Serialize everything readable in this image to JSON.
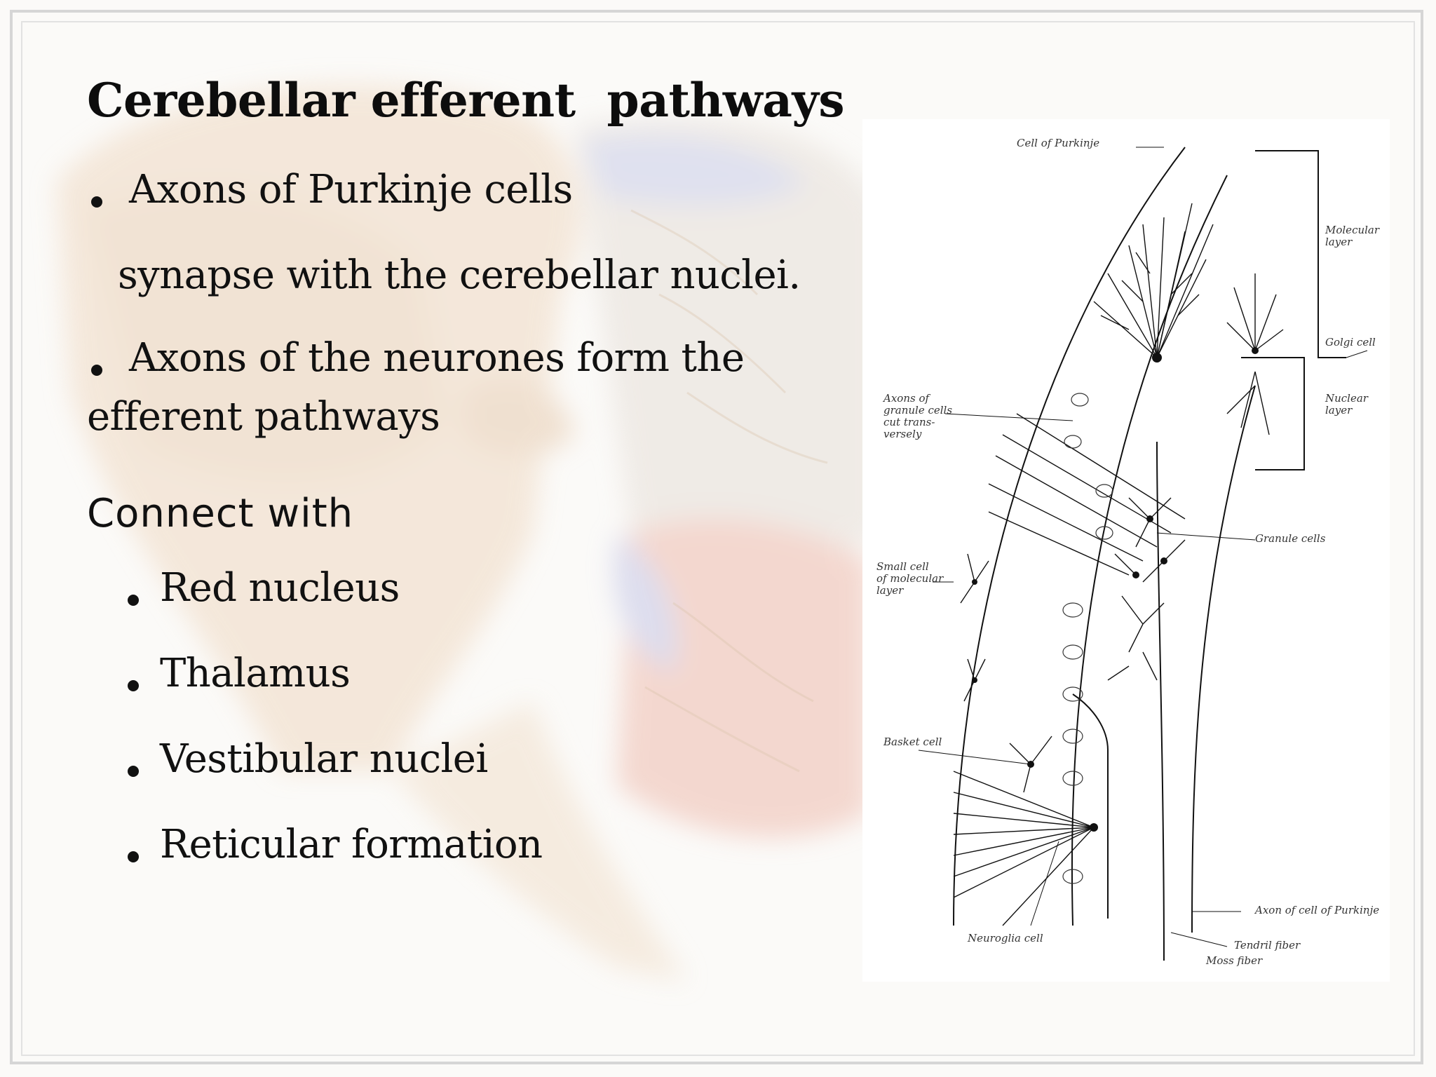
{
  "slide": {
    "title": "Cerebellar efferent  pathways",
    "bullets": [
      {
        "line1": "Axons of Purkinje cells",
        "line2": "synapse with the cerebellar nuclei."
      },
      {
        "line1": "Axons of the neurones form the",
        "line2": "efferent pathways"
      }
    ],
    "connect_label": "Connect with",
    "connections": [
      "Red nucleus",
      "Thalamus",
      "Vestibular nuclei",
      "Reticular formation"
    ]
  },
  "figure": {
    "labels": {
      "purkinje_cell": "Cell of Purkinje",
      "molecular_layer": "Molecular\nlayer",
      "golgi_cell": "Golgi cell",
      "nuclear_layer": "Nuclear\nlayer",
      "axons_granule": "Axons of\ngranule cells\ncut trans-\nversely",
      "granule_cells": "Granule cells",
      "small_cell": "Small cell\nof molecular\nlayer",
      "basket_cell": "Basket cell",
      "neuroglia_cell": "Neuroglia cell",
      "axon_purkinje": "Axon of cell of Purkinje",
      "tendril_fiber": "Tendril fiber",
      "moss_fiber": "Moss fiber"
    }
  }
}
